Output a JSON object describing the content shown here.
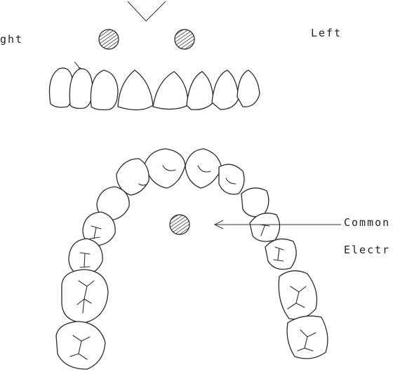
{
  "labels": {
    "right": "ght",
    "left": "Left",
    "common": "Common",
    "electrode": "Electr"
  }
}
